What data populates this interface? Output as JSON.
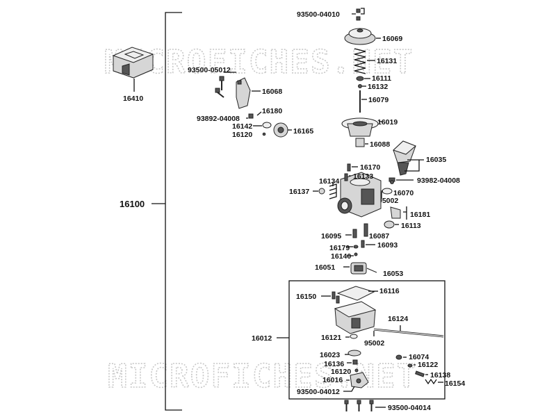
{
  "watermark": "MICROFICHES.NET",
  "assembly": {
    "number": "16100"
  },
  "kit_16410": "16410",
  "labels": {
    "p93500_04010": "93500-04010",
    "p16069": "16069",
    "p16131": "16131",
    "p16111": "16111",
    "p16132": "16132",
    "p16079": "16079",
    "p16019": "16019",
    "p16088": "16088",
    "p16035": "16035",
    "p93982_04008": "93982-04008",
    "p16070": "16070",
    "p95002_a": "95002",
    "p16181": "16181",
    "p16113": "16113",
    "p16087": "16087",
    "p16093": "16093",
    "p16053": "16053",
    "p93500_05012": "93500-05012",
    "p16068": "16068",
    "p93892_04008": "93892-04008",
    "p16180": "16180",
    "p16142": "16142",
    "p16165": "16165",
    "p16120_a": "16120",
    "p16170": "16170",
    "p16133": "16133",
    "p16134": "16134",
    "p16137": "16137",
    "p16095": "16095",
    "p16179": "16179",
    "p16140": "16140",
    "p16051": "16051",
    "p16116": "16116",
    "p16150": "16150",
    "p16012": "16012",
    "p16124": "16124",
    "p16121": "16121",
    "p95002_b": "95002",
    "p16023": "16023",
    "p16136": "16136",
    "p16120_b": "16120",
    "p16016": "16016",
    "p93500_04012": "93500-04012",
    "p16074": "16074",
    "p16122": "16122",
    "p16138": "16138",
    "p16154": "16154",
    "p93500_04014": "93500-04014"
  }
}
